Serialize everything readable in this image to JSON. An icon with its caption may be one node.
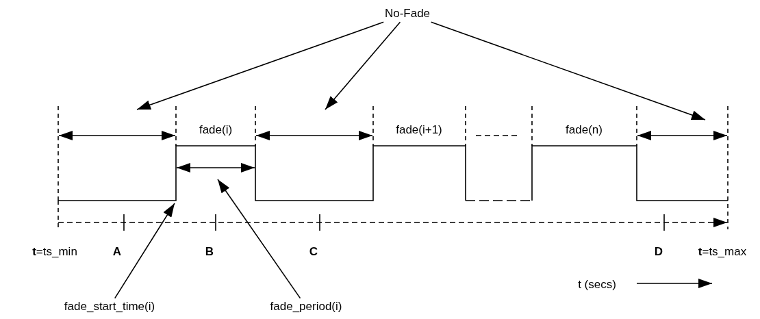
{
  "diagram": {
    "nodes": [
      {
        "text": [
          "No-Fade"
        ]
      },
      {
        "text": [
          "fade_start_time(i)"
        ]
      },
      {
        "text": [
          "fade_period(i)"
        ]
      }
    ],
    "edges": [
      {
        "from": 0,
        "to": null,
        "arrow": "to"
      },
      {
        "from": 0,
        "to": null,
        "arrow": "to"
      },
      {
        "from": 0,
        "to": null,
        "arrow": "to"
      },
      {
        "from": 1,
        "to": null,
        "arrow": "to"
      },
      {
        "from": 2,
        "to": null,
        "arrow": "to"
      }
    ],
    "labels": [
      "fade(i)",
      "fade(i+1)",
      "fade(n)",
      "**t**=ts_min",
      "A",
      "B",
      "C",
      "D",
      "**t**=ts_max",
      "t (secs)"
    ]
  }
}
